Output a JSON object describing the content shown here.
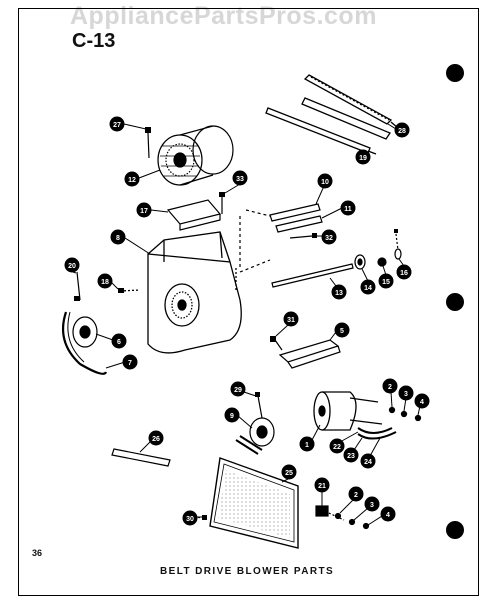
{
  "watermark": "AppliancePartsPros.com",
  "page_code": "C-13",
  "page_number": "36",
  "caption": "BELT DRIVE BLOWER PARTS",
  "callouts": {
    "c27": "27",
    "c28": "28",
    "c12": "12",
    "c19": "19",
    "c33": "33",
    "c10": "10",
    "c17": "17",
    "c11": "11",
    "c8": "8",
    "c32": "32",
    "c20": "20",
    "c18a": "18",
    "c14": "14",
    "c15": "15",
    "c16": "16",
    "c13": "13",
    "c31": "31",
    "c5": "5",
    "c6": "6",
    "c7": "7",
    "c29": "29",
    "c9": "9",
    "c2a": "2",
    "c3a": "3",
    "c4a": "4",
    "c1": "1",
    "c22": "22",
    "c23": "23",
    "c24": "24",
    "c26": "26",
    "c25": "25",
    "c21": "21",
    "c2b": "2",
    "c3b": "3",
    "c4b": "4",
    "c30": "30"
  }
}
